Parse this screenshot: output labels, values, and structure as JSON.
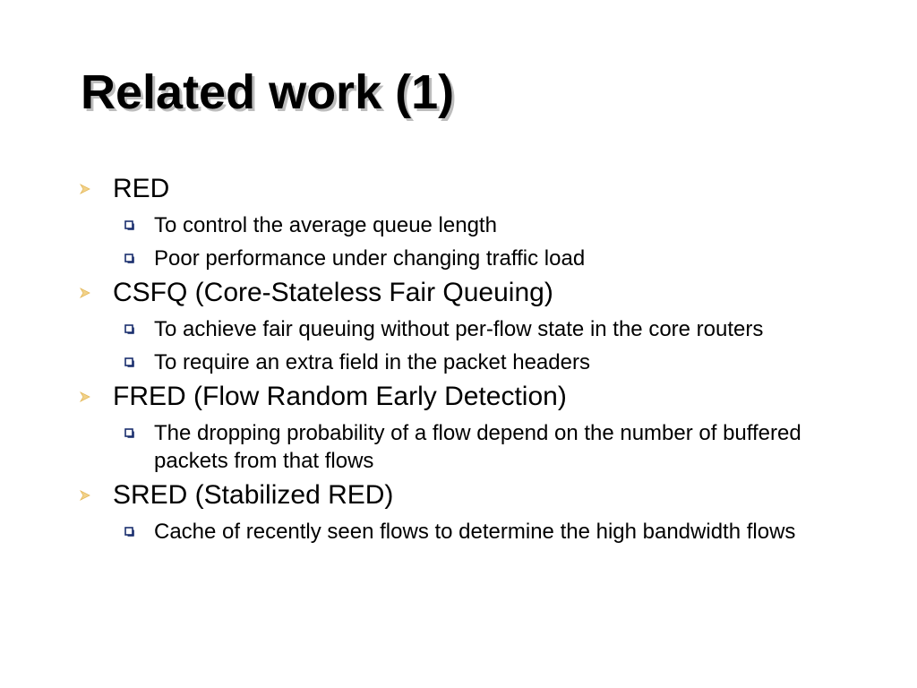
{
  "slide": {
    "title": "Related work (1)",
    "colors": {
      "arrow_bullet": "#f2d28a",
      "square_bullet": "#1a2f6e",
      "title_shadow": "#bdbdbd"
    },
    "icons": {
      "level1": "arrow-bullet-icon",
      "level2": "square-bullet-icon"
    },
    "items": [
      {
        "label": "RED",
        "subitems": [
          "To control the average queue length",
          "Poor performance under changing traffic load"
        ]
      },
      {
        "label": "CSFQ (Core-Stateless Fair Queuing)",
        "subitems": [
          "To achieve fair queuing without per-flow state in the core routers",
          "To require an extra field in the packet headers"
        ]
      },
      {
        "label": "FRED (Flow Random Early Detection)",
        "subitems": [
          "The dropping probability of a flow depend on the number of buffered packets from that flows"
        ]
      },
      {
        "label": "SRED (Stabilized RED)",
        "subitems": [
          "Cache of recently seen flows to determine the high bandwidth flows"
        ]
      }
    ]
  }
}
